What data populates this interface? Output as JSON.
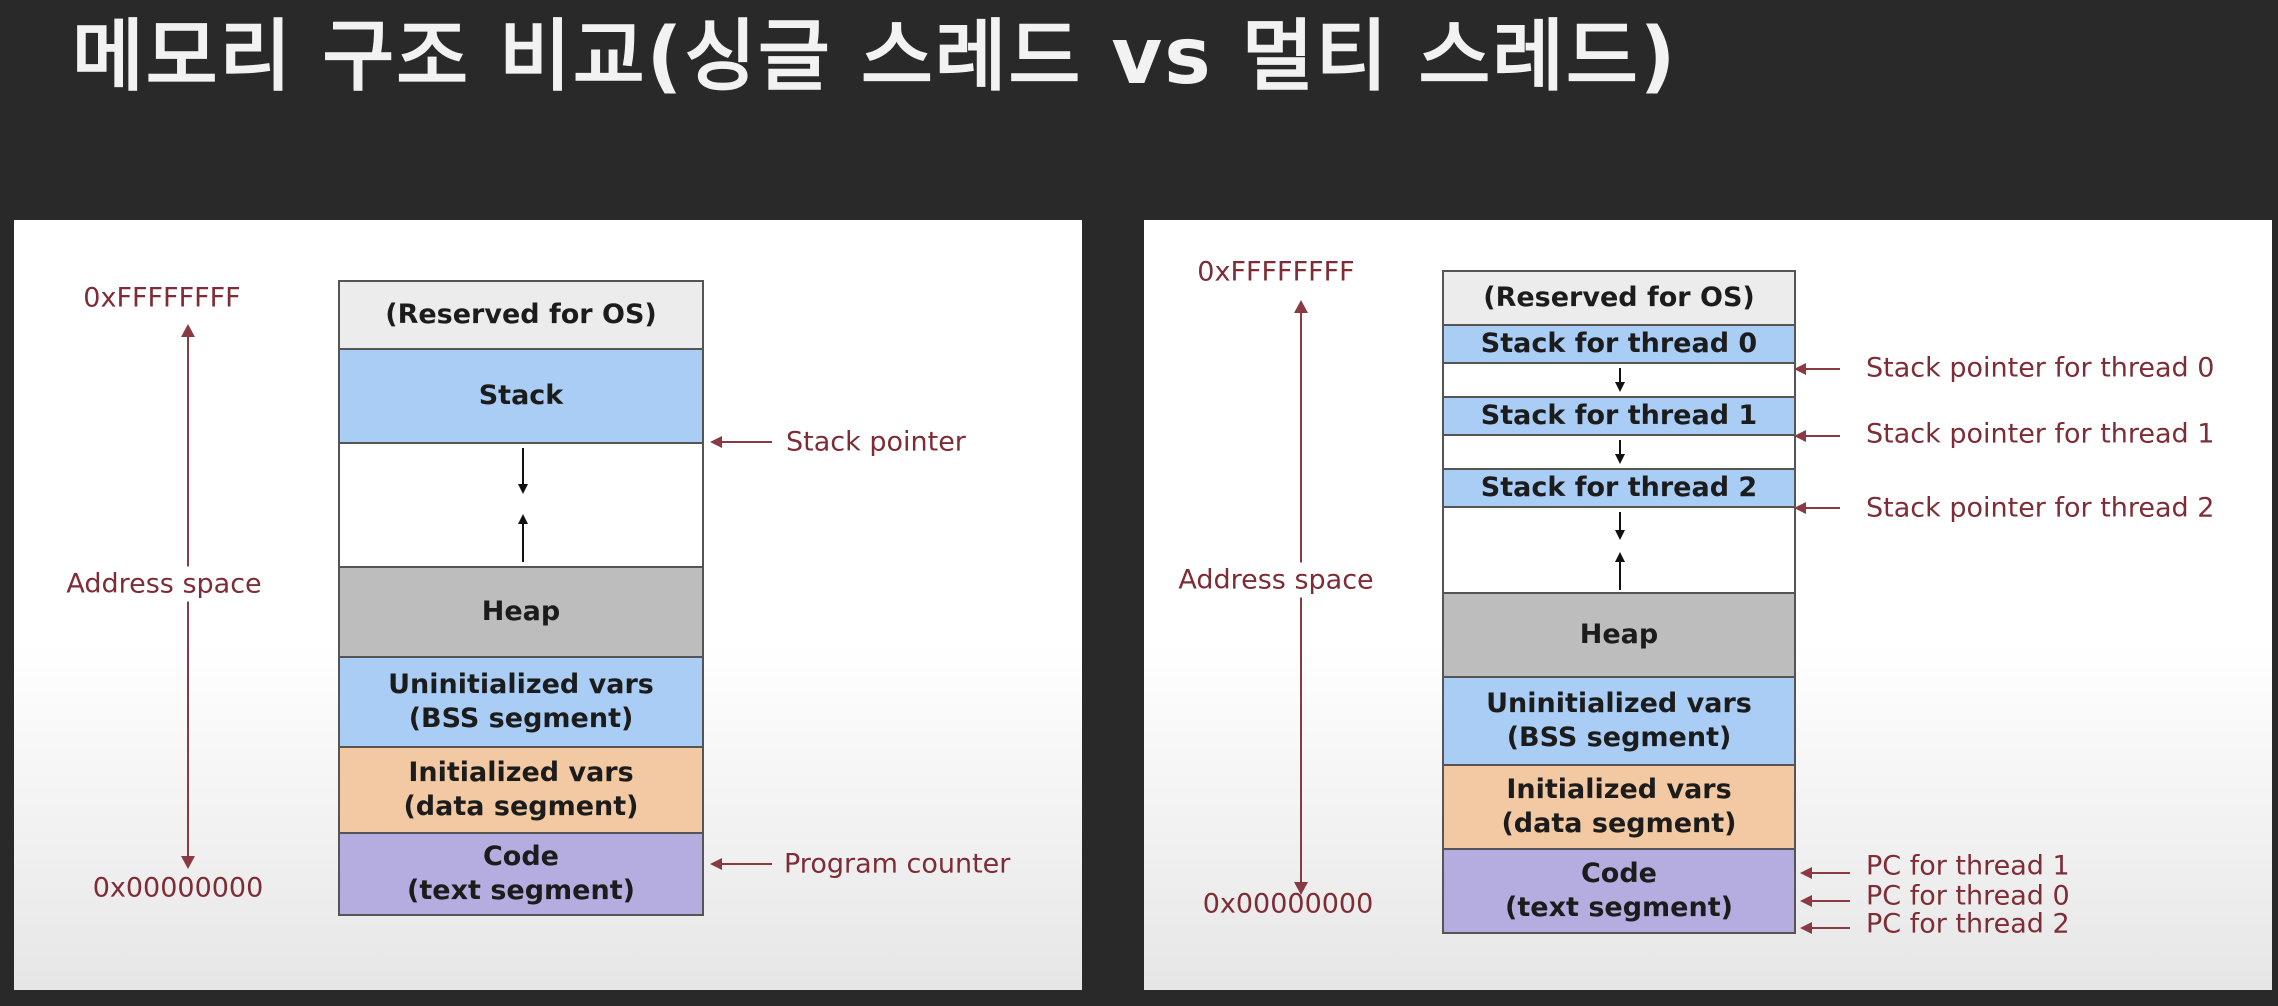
{
  "title": "메모리 구조 비교(싱글 스레드 vs 멀티 스레드)",
  "left": {
    "top_address": "0xFFFFFFFF",
    "bottom_address": "0x00000000",
    "axis_label": "Address space",
    "segments": {
      "os": "(Reserved for OS)",
      "stack": "Stack",
      "heap": "Heap",
      "bss_line1": "Uninitialized vars",
      "bss_line2": "(BSS segment)",
      "data_line1": "Initialized vars",
      "data_line2": "(data segment)",
      "code_line1": "Code",
      "code_line2": "(text segment)"
    },
    "pointers": {
      "stack_pointer": "Stack pointer",
      "program_counter": "Program counter"
    }
  },
  "right": {
    "top_address": "0xFFFFFFFF",
    "bottom_address": "0x00000000",
    "axis_label": "Address space",
    "segments": {
      "os": "(Reserved for OS)",
      "stack0": "Stack for thread 0",
      "stack1": "Stack for thread 1",
      "stack2": "Stack for thread 2",
      "heap": "Heap",
      "bss_line1": "Uninitialized vars",
      "bss_line2": "(BSS segment)",
      "data_line1": "Initialized vars",
      "data_line2": "(data segment)",
      "code_line1": "Code",
      "code_line2": "(text segment)"
    },
    "pointers": {
      "sp0": "Stack pointer for thread 0",
      "sp1": "Stack pointer for thread 1",
      "sp2": "Stack pointer for thread 2",
      "pc1": "PC for thread 1",
      "pc0": "PC for thread 0",
      "pc2": "PC for thread 2"
    }
  },
  "colors": {
    "background": "#292929",
    "label": "#7e2c35",
    "os": "#ececec",
    "stack": "#a9cdf5",
    "heap": "#bdbdbd",
    "data": "#f2c9a2",
    "code": "#b5ace0"
  }
}
